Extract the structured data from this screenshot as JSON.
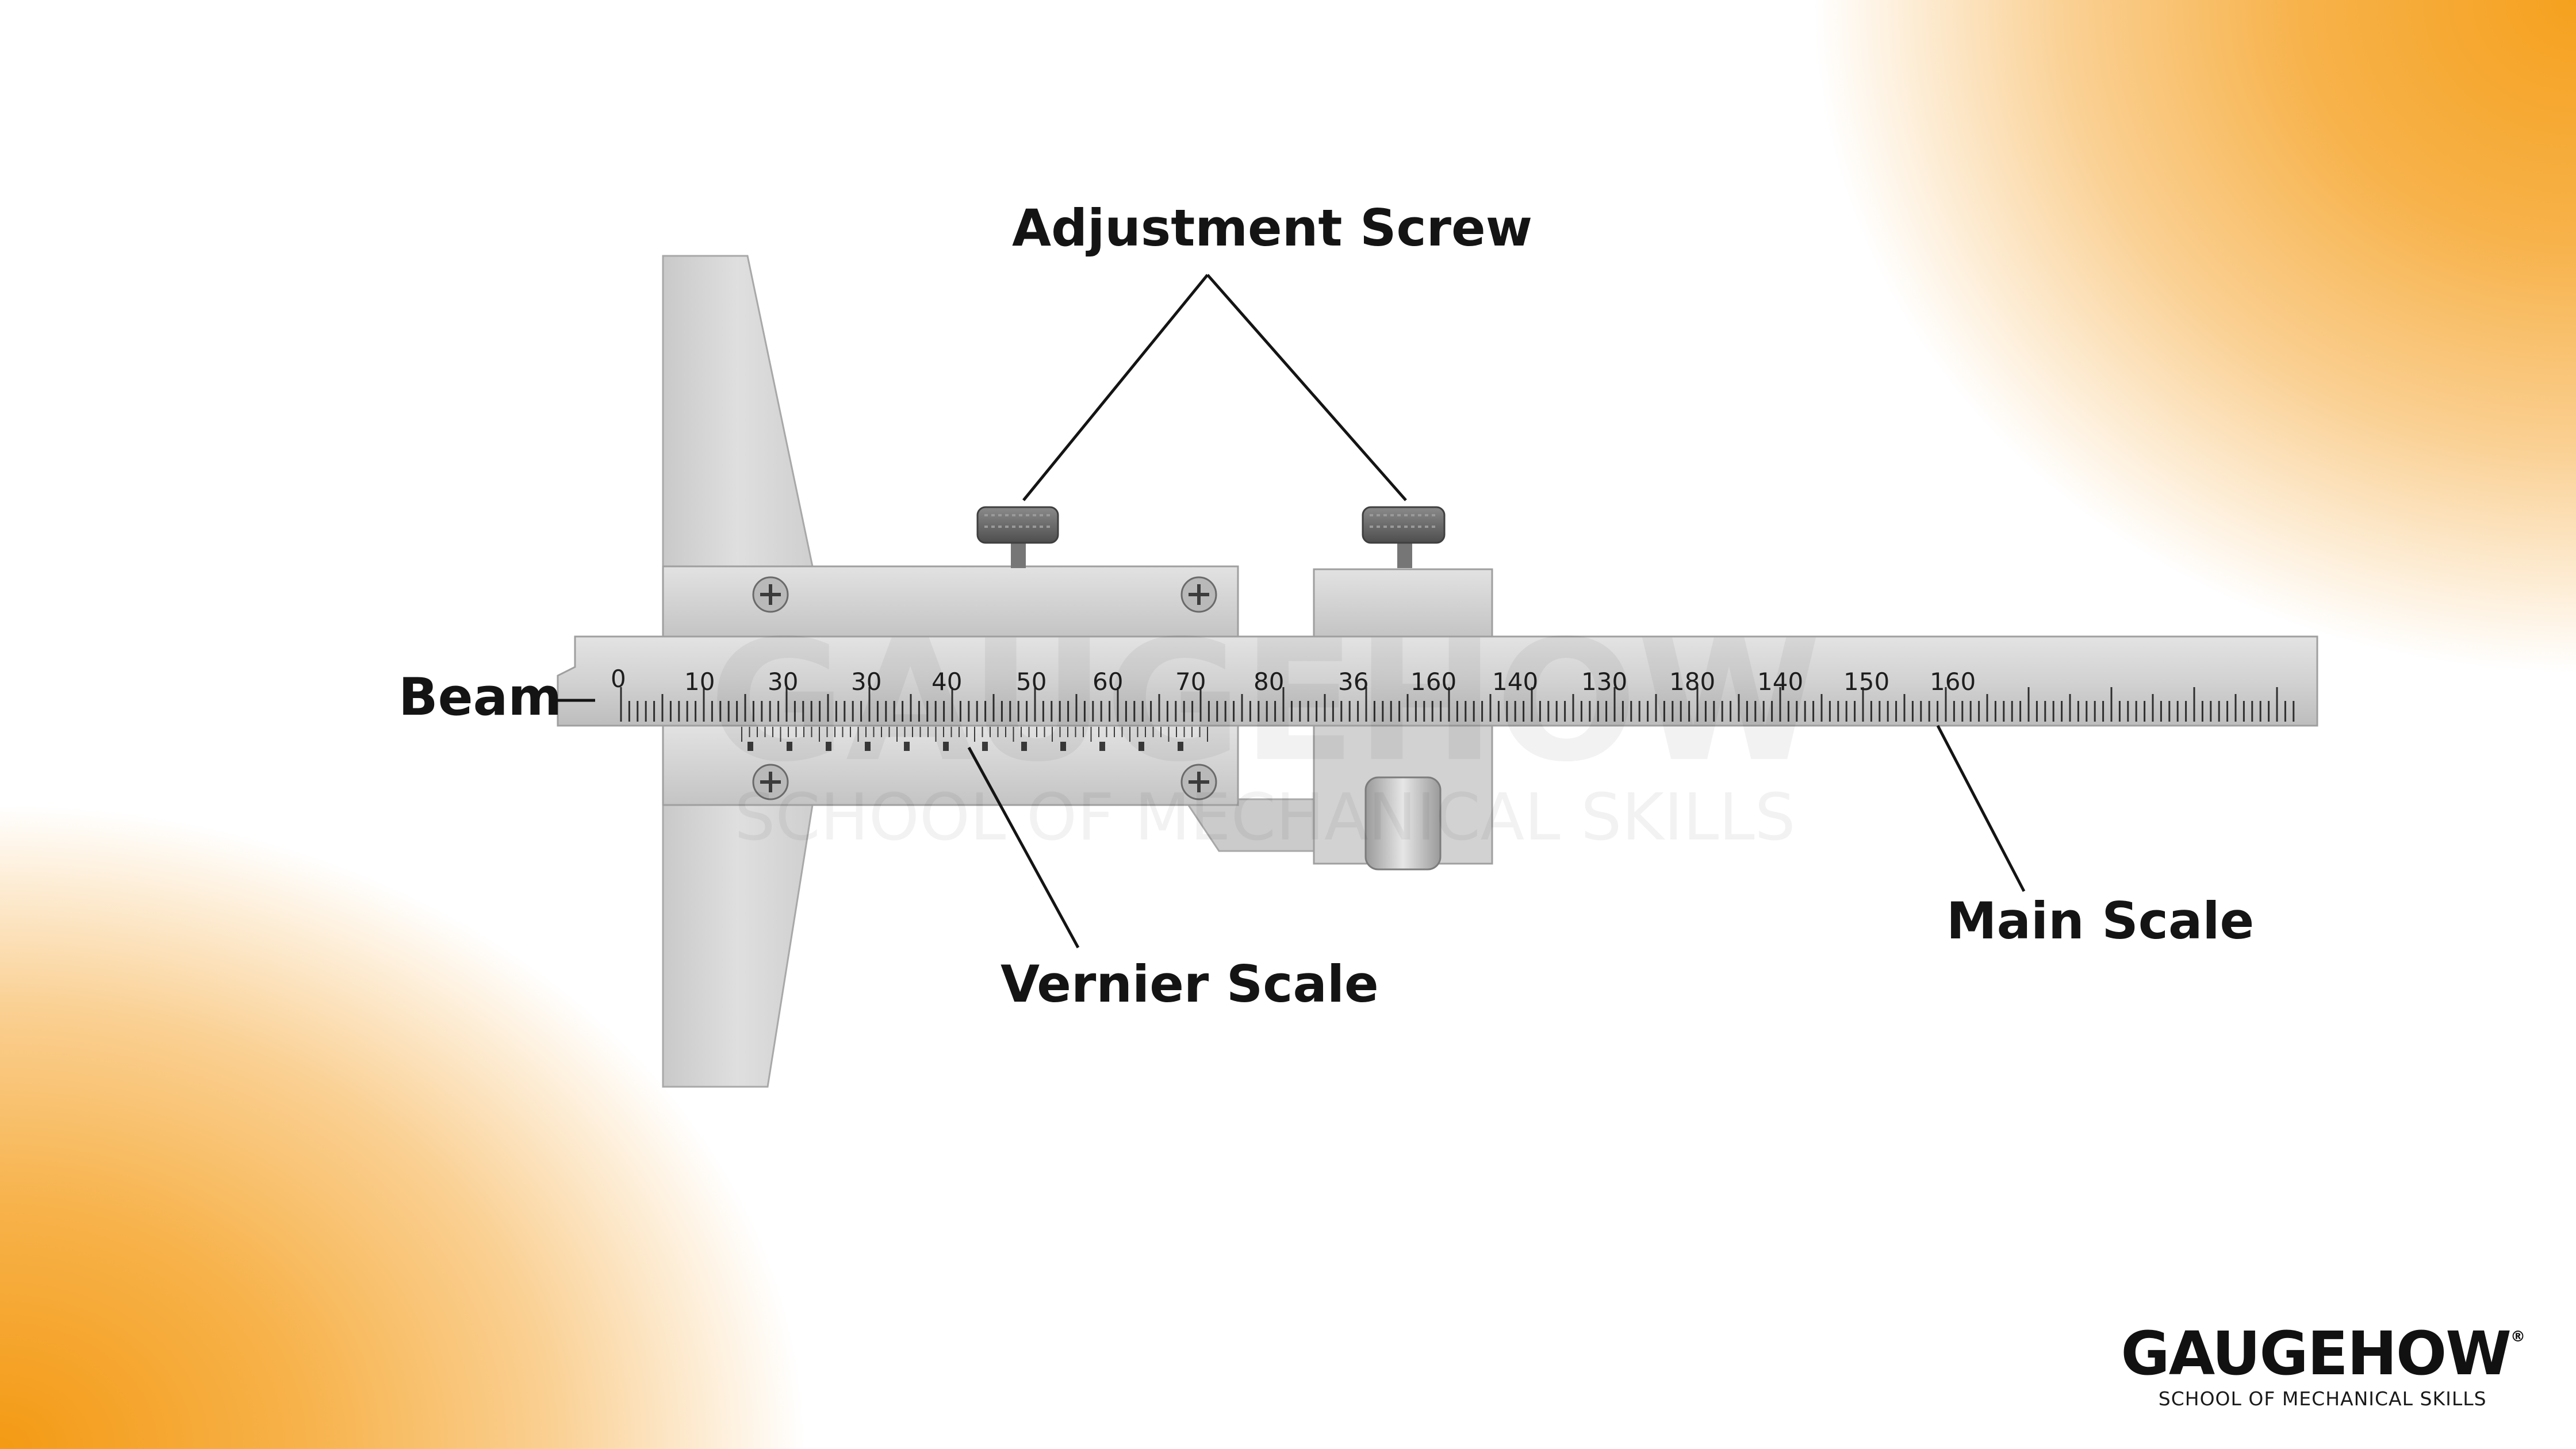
{
  "labels": {
    "adjustment_screw": "Adjustment Screw",
    "beam": "Beam",
    "vernier_scale": "Vernier Scale",
    "main_scale": "Main Scale"
  },
  "main_scale_numbers": [
    "0",
    "10",
    "30",
    "30",
    "40",
    "50",
    "60",
    "70",
    "80",
    "36",
    "160",
    "140",
    "130",
    "180",
    "140",
    "150",
    "160"
  ],
  "watermark": {
    "title": "GAUGEHOW",
    "subtitle": "SCHOOL OF MECHANICAL SKILLS"
  },
  "logo": {
    "brand": "GAUGEHOW",
    "registered": "®",
    "tagline": "SCHOOL OF MECHANICAL SKILLS"
  },
  "colors": {
    "accent_orange": "#f5a11e",
    "steel_light": "#dedede",
    "steel_mid": "#c7c7c7",
    "steel_dark": "#a9a9a9",
    "text_dark": "#141414"
  }
}
